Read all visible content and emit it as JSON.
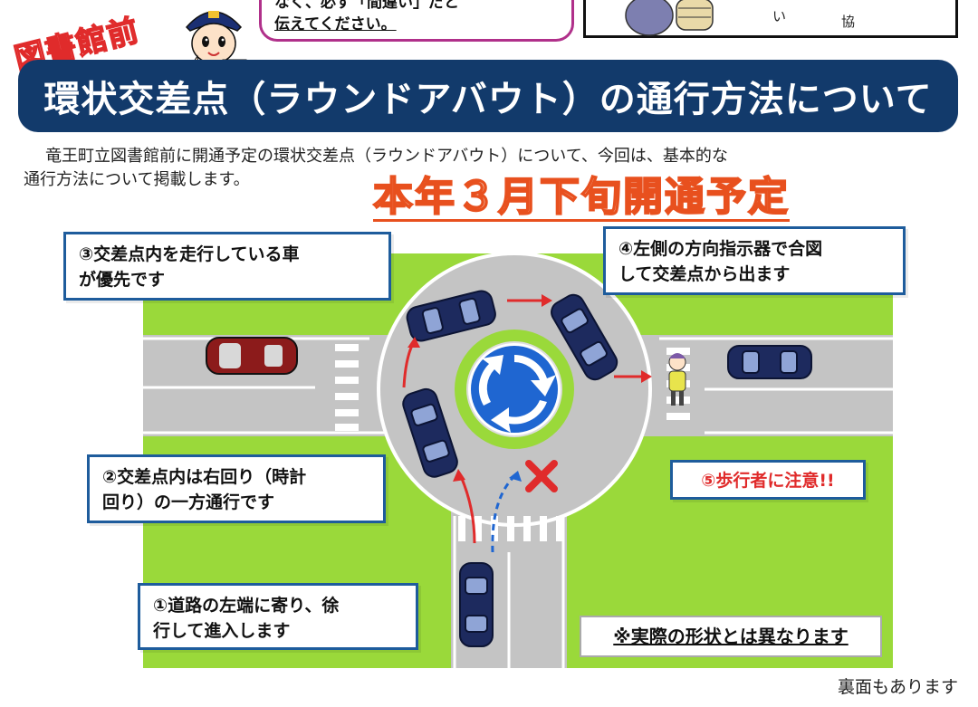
{
  "header": {
    "speech_line1": "なく、必ず「間違い」だと",
    "speech_line2": "伝えてください。",
    "top_box_chars": [
      "い",
      "協"
    ],
    "stamp": "図書館前",
    "title": "環状交差点（ラウンドアバウト）の通行方法について"
  },
  "intro": {
    "line1": "竜王町立図書館前に開通予定の環状交差点（ラウンドアバウト）について、今回は、基本的な",
    "line2": "通行方法について掲載します。",
    "opening": "本年３月下旬開通予定"
  },
  "diagram": {
    "callout_3": [
      "③交差点内を走行している車",
      "が優先です"
    ],
    "callout_4": [
      "④左側の方向指示器で合図",
      "して交差点から出ます"
    ],
    "callout_2": [
      "②交差点内は右回り（時計",
      "回り）の一方通行です"
    ],
    "callout_5": "⑤歩行者に注意!!",
    "callout_1": [
      "①道路の左端に寄り、徐",
      "行して進入します"
    ],
    "note": "※実際の形状とは異なります"
  },
  "footer": {
    "back_side": "裏面もあります"
  },
  "colors": {
    "banner": "#123a6b",
    "callout_border": "#1e5c9c",
    "grass": "#9ad93a",
    "road": "#c4c4c4",
    "accent_red": "#e02b2b",
    "sign_blue": "#1f66d1"
  }
}
